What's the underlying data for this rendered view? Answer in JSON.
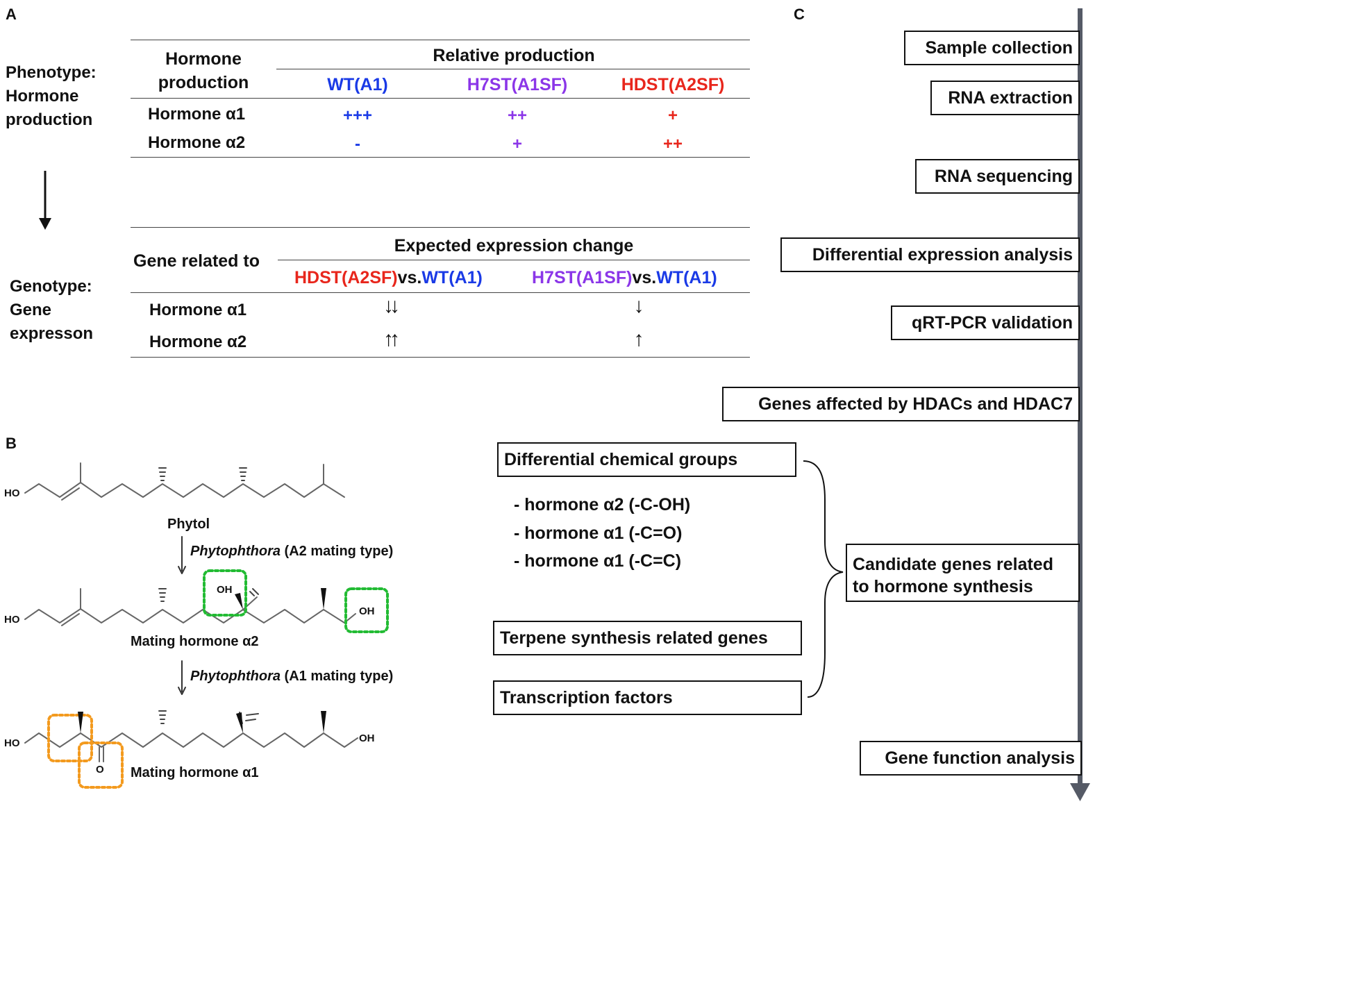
{
  "panels": {
    "a": "A",
    "b": "B",
    "c": "C"
  },
  "colors": {
    "wt": "#1a3ae6",
    "h7st": "#8b36e8",
    "hdst": "#e8261c",
    "timeline": "#555a66",
    "green_box": "#22bb33",
    "orange_box": "#f39a1e"
  },
  "panel_a": {
    "phenotype_lines": [
      "Phenotype:",
      "Hormone",
      "production"
    ],
    "genotype_lines": [
      "Genotype:",
      "Gene",
      "expresson"
    ],
    "table1": {
      "row_header_lines": [
        "Hormone",
        "production"
      ],
      "group_header": "Relative production",
      "columns": [
        "WT(A1)",
        "H7ST(A1SF)",
        "HDST(A2SF)"
      ],
      "rows": [
        {
          "label": "Hormone α1",
          "values": [
            "+++",
            "++",
            "+"
          ]
        },
        {
          "label": "Hormone α2",
          "values": [
            "-",
            "+",
            "++"
          ]
        }
      ]
    },
    "table2": {
      "row_header": "Gene related to",
      "group_header": "Expected expression change",
      "comparisons": [
        {
          "left": "HDST(A2SF)",
          "mid": "vs.",
          "right": "WT(A1)"
        },
        {
          "left": "H7ST(A1SF)",
          "mid": "vs.",
          "right": "WT(A1)"
        }
      ],
      "rows": [
        {
          "label": "Hormone α1",
          "values": [
            "↓↓",
            "↓"
          ]
        },
        {
          "label": "Hormone α2",
          "values": [
            "↑↑",
            "↑"
          ]
        }
      ]
    }
  },
  "panel_b": {
    "molecules": [
      "Phytol",
      "Mating hormone α2",
      "Mating hormone α1"
    ],
    "steps": [
      {
        "genus": "Phytophthora",
        "text": " (A2 mating type)"
      },
      {
        "genus": "Phytophthora",
        "text": " (A1 mating type)"
      }
    ],
    "atoms": {
      "ho": "HO",
      "oh": "OH",
      "o": "O"
    }
  },
  "panel_c": {
    "flow": [
      "Sample collection",
      "RNA extraction",
      "RNA sequencing",
      "Differential expression analysis",
      "qRT-PCR validation",
      "Genes affected by HDACs and HDAC7",
      "Gene function analysis"
    ],
    "candidate_sources": [
      "Differential chemical groups",
      "Terpene synthesis related genes",
      "Transcription factors"
    ],
    "chemical_groups": [
      "- hormone α2 (-C-OH)",
      "- hormone α1 (-C=O)",
      "- hormone α1 (-C=C)"
    ],
    "candidate_lines": [
      "Candidate genes related",
      "to hormone synthesis"
    ]
  }
}
